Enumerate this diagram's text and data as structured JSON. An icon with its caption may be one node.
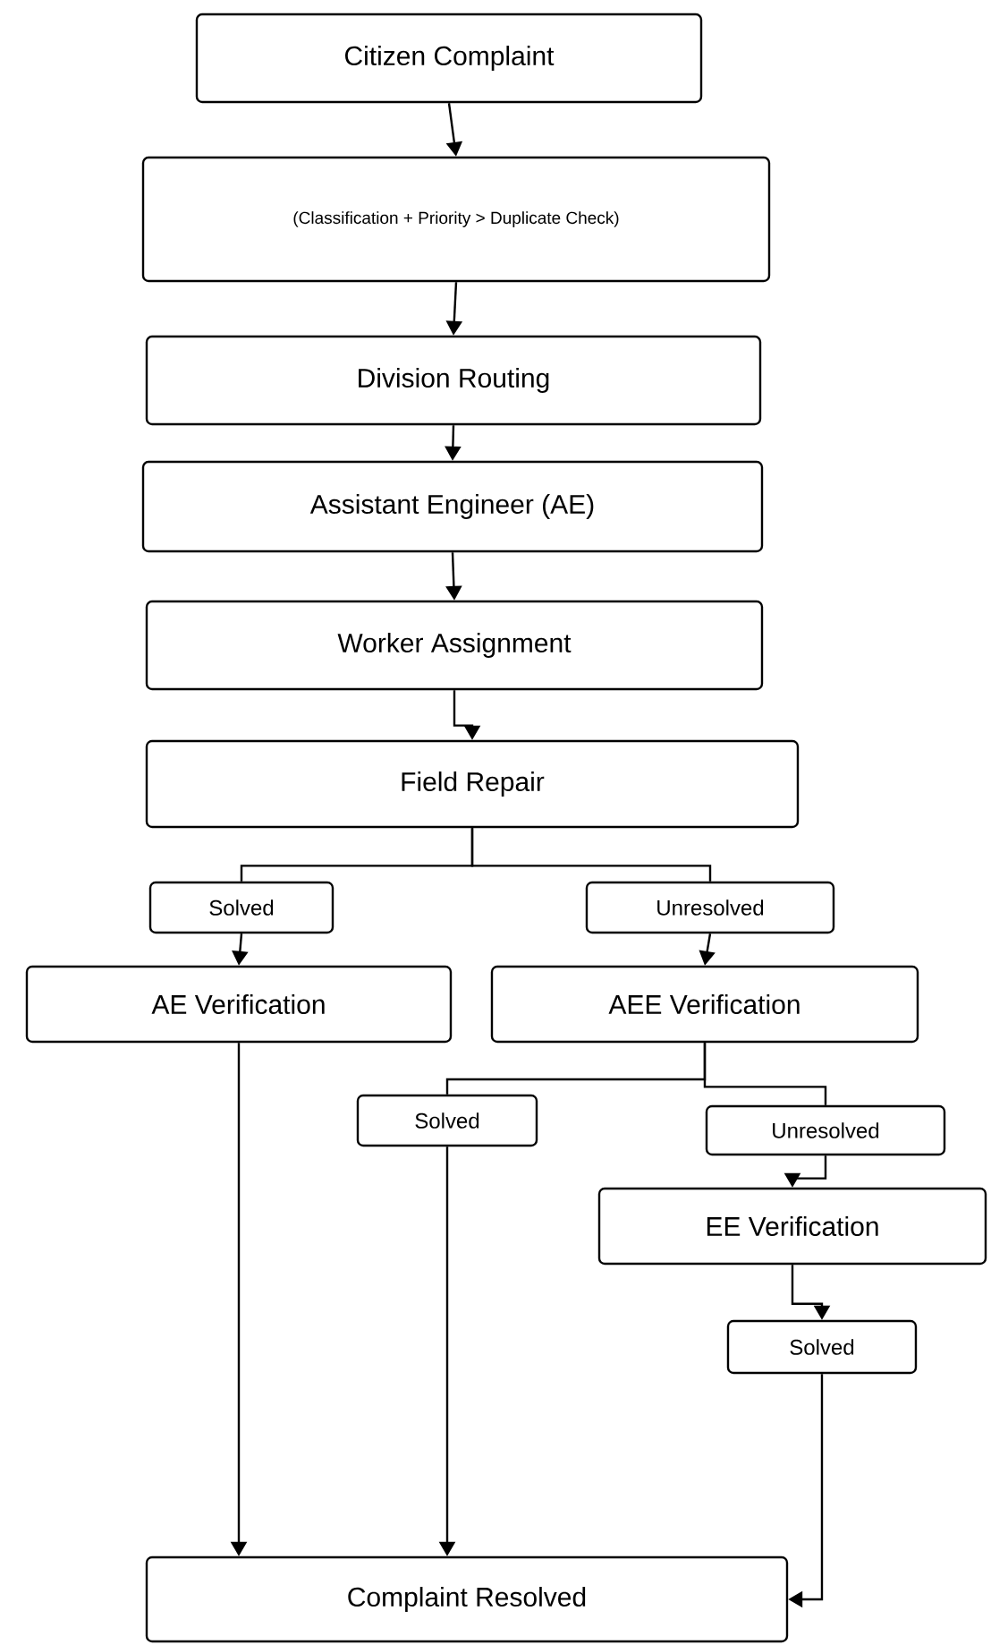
{
  "diagram": {
    "nodes": [
      {
        "text": [
          "Citizen Complaint"
        ]
      },
      {
        "text": [
          "(Classification + Priority > Duplicate Check)"
        ]
      },
      {
        "text": [
          "Division Routing"
        ]
      },
      {
        "text": [
          "Assistant Engineer (AE)"
        ]
      },
      {
        "text": [
          "Worker Assignment"
        ]
      },
      {
        "text": [
          "Field Repair"
        ]
      },
      {
        "text": [
          "Solved"
        ]
      },
      {
        "text": [
          "Unresolved"
        ]
      },
      {
        "text": [
          "AE Verification"
        ]
      },
      {
        "text": [
          "AEE Verification"
        ]
      },
      {
        "text": [
          "Solved"
        ]
      },
      {
        "text": [
          "Unresolved"
        ]
      },
      {
        "text": [
          "EE Verification"
        ]
      },
      {
        "text": [
          "Solved"
        ]
      },
      {
        "text": [
          "Complaint Resolved"
        ]
      }
    ],
    "edges": [
      {
        "from": 0,
        "to": 1,
        "arrow": "to"
      },
      {
        "from": 1,
        "to": 2,
        "arrow": "to"
      },
      {
        "from": 2,
        "to": 3,
        "arrow": "to"
      },
      {
        "from": 3,
        "to": 4,
        "arrow": "to"
      },
      {
        "from": 4,
        "to": 5,
        "arrow": "to"
      },
      {
        "from": 5,
        "to": 6,
        "arrow": "none"
      },
      {
        "from": 5,
        "to": 7,
        "arrow": "none"
      },
      {
        "from": 6,
        "to": 8,
        "arrow": "to"
      },
      {
        "from": 7,
        "to": 9,
        "arrow": "to"
      },
      {
        "from": 8,
        "to": 14,
        "arrow": "to"
      },
      {
        "from": 9,
        "to": 10,
        "arrow": "none"
      },
      {
        "from": 9,
        "to": 11,
        "arrow": "none"
      },
      {
        "from": 10,
        "to": 14,
        "arrow": "to"
      },
      {
        "from": 11,
        "to": 12,
        "arrow": "to"
      },
      {
        "from": 12,
        "to": 13,
        "arrow": "to"
      },
      {
        "from": 13,
        "to": 14,
        "arrow": "to"
      }
    ]
  }
}
